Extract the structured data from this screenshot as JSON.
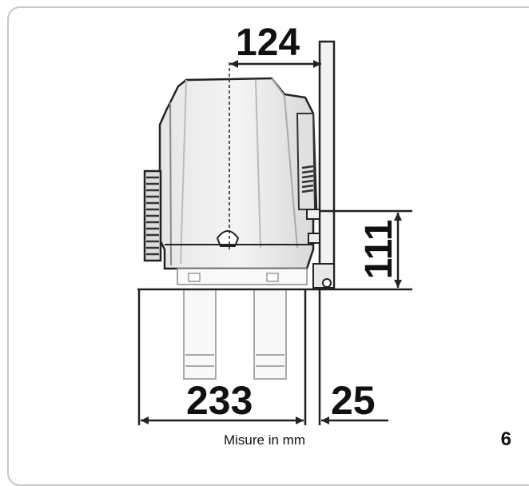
{
  "dimensions": {
    "top": "124",
    "vertical": "111",
    "bottom_left": "233",
    "bottom_right": "25"
  },
  "caption": "Misure in mm",
  "figure_number": "6"
}
